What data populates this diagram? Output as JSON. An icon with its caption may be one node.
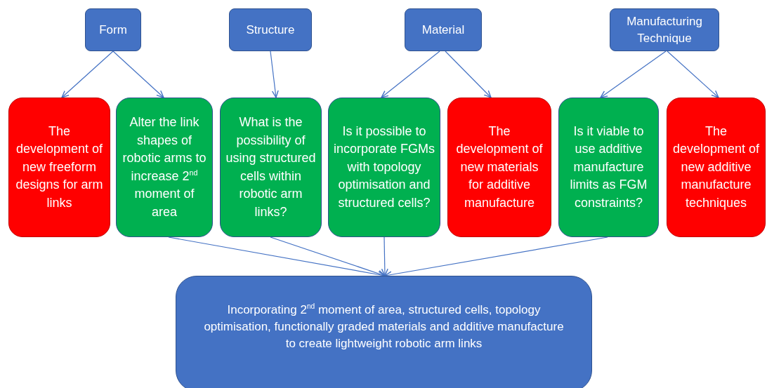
{
  "diagram": {
    "nodes": [
      {
        "text": [
          "Form"
        ]
      },
      {
        "text": [
          "Structure"
        ]
      },
      {
        "text": [
          "Material"
        ]
      },
      {
        "text": [
          "Manufacturing Technique"
        ]
      },
      {
        "text": [
          "The development of new freeform designs for arm links"
        ]
      },
      {
        "text": [
          "Alter the link shapes of robotic arms to increase 2$^{nd}$ moment of area"
        ]
      },
      {
        "text": [
          "What is the possibility of using structured cells within robotic arm links?"
        ]
      },
      {
        "text": [
          "Is it possible to incorporate FGMs with topology optimisation and structured cells?"
        ]
      },
      {
        "text": [
          "The development of new materials for additive manufacture"
        ]
      },
      {
        "text": [
          "Is it viable to use additive manufacture limits as FGM constraints?"
        ]
      },
      {
        "text": [
          "The development of new additive manufacture techniques"
        ]
      },
      {
        "text": [
          "Incorporating 2$^{nd}$ moment of area, structured cells, topology optimisation, functionally graded materials and additive manufacture to create lightweight robotic arm links"
        ]
      }
    ],
    "edges": [
      {
        "from": 0,
        "to": 4,
        "arrow": "to"
      },
      {
        "from": 0,
        "to": 5,
        "arrow": "to"
      },
      {
        "from": 1,
        "to": 6,
        "arrow": "to"
      },
      {
        "from": 2,
        "to": 7,
        "arrow": "to"
      },
      {
        "from": 2,
        "to": 8,
        "arrow": "to"
      },
      {
        "from": 3,
        "to": 9,
        "arrow": "to"
      },
      {
        "from": 3,
        "to": 10,
        "arrow": "to"
      },
      {
        "from": 5,
        "to": 11,
        "arrow": "to"
      },
      {
        "from": 6,
        "to": 11,
        "arrow": "to"
      },
      {
        "from": 7,
        "to": 11,
        "arrow": "to"
      },
      {
        "from": 9,
        "to": 11,
        "arrow": "to"
      }
    ]
  }
}
